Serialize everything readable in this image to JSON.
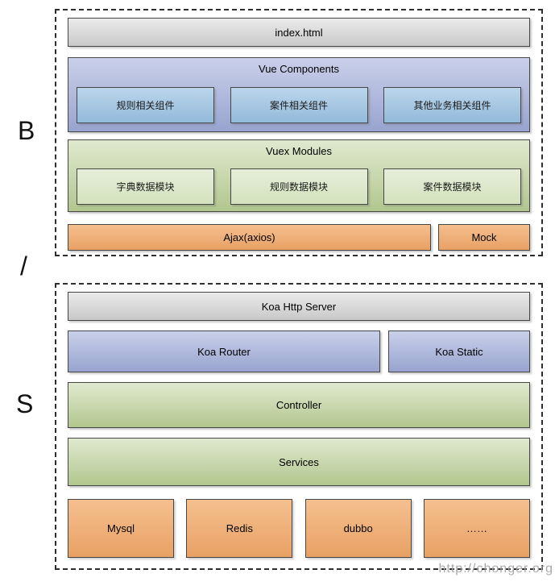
{
  "tiers": {
    "browser": "B",
    "separator": "/",
    "server": "S"
  },
  "browser": {
    "index_html": "index.html",
    "vue": {
      "title": "Vue Components",
      "items": [
        "规则相关组件",
        "案件相关组件",
        "其他业务相关组件"
      ]
    },
    "vuex": {
      "title": "Vuex Modules",
      "items": [
        "字典数据模块",
        "规则数据模块",
        "案件数据模块"
      ]
    },
    "ajax": "Ajax(axios)",
    "mock": "Mock"
  },
  "server": {
    "http_server": "Koa Http Server",
    "router": "Koa Router",
    "static": "Koa Static",
    "controller": "Controller",
    "services": "Services",
    "backends": [
      "Mysql",
      "Redis",
      "dubbo",
      "……"
    ]
  },
  "watermark": "http://chonger.org",
  "palette": {
    "gray_block": "#d9d9d9",
    "periwinkle_block": "#aeb9dc",
    "green_block": "#c9d8ab",
    "light_blue_block": "#a5c8e3",
    "light_green_block": "#dde8cb",
    "orange_block": "#eeb07a",
    "dashed_border": "#2e2e2e"
  }
}
